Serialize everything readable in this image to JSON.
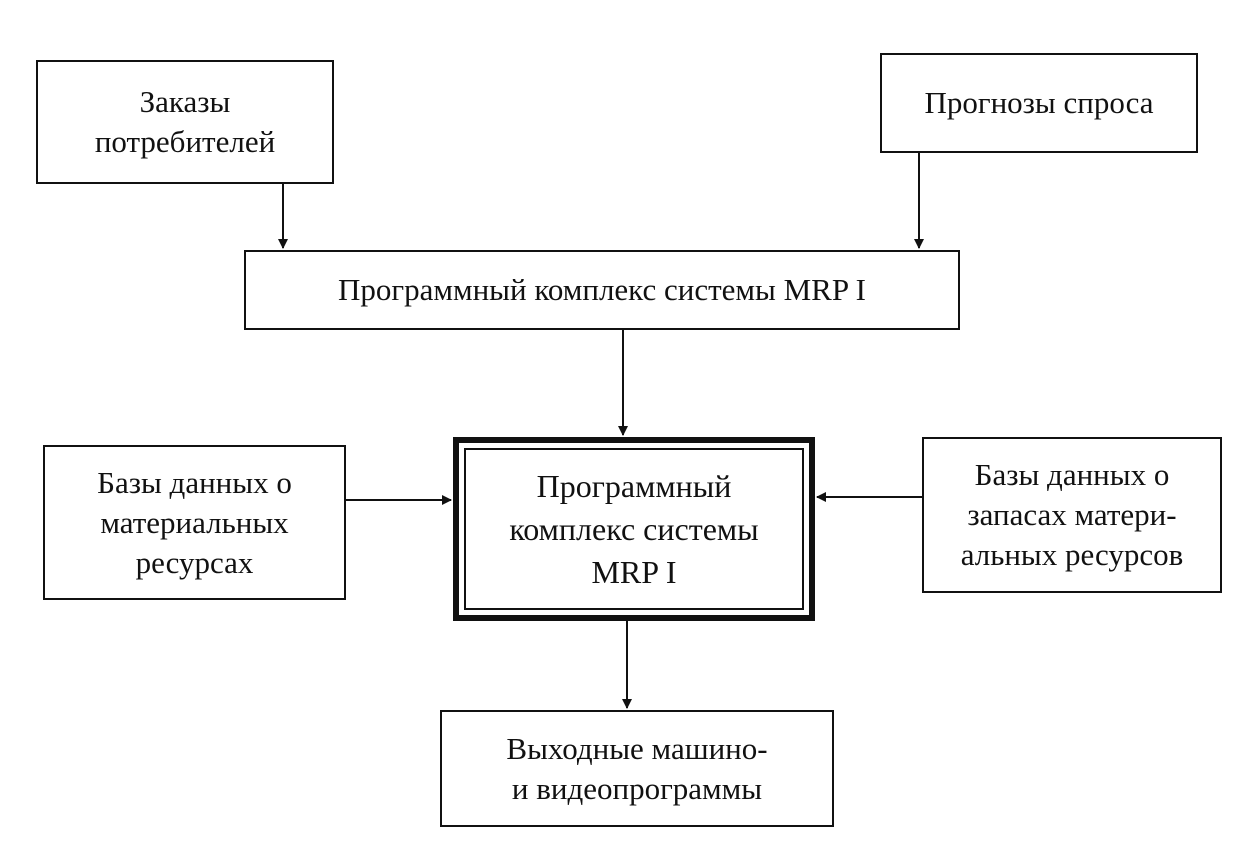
{
  "diagram": {
    "nodes": {
      "orders": {
        "lines": [
          "Заказы",
          "потребителей"
        ]
      },
      "forecast": {
        "lines": [
          "Прогнозы спроса"
        ]
      },
      "top_complex": {
        "lines": [
          "Программный комплекс системы MRP I"
        ]
      },
      "main_complex": {
        "lines": [
          "Программный",
          "комплекс системы",
          "MRP I"
        ]
      },
      "db_materials": {
        "lines": [
          "Базы данных о",
          "материальных",
          "ресурсах"
        ]
      },
      "db_stocks": {
        "lines": [
          "Базы данных о",
          "запасах матери-",
          "альных ресурсов"
        ]
      },
      "output": {
        "lines": [
          "Выходные машино-",
          "и видеопрограммы"
        ]
      }
    },
    "edges": [
      {
        "from": "orders",
        "to": "top_complex"
      },
      {
        "from": "forecast",
        "to": "top_complex"
      },
      {
        "from": "top_complex",
        "to": "main_complex"
      },
      {
        "from": "db_materials",
        "to": "main_complex"
      },
      {
        "from": "db_stocks",
        "to": "main_complex"
      },
      {
        "from": "main_complex",
        "to": "output"
      }
    ],
    "colors": {
      "stroke": "#111111",
      "background": "#ffffff"
    }
  }
}
